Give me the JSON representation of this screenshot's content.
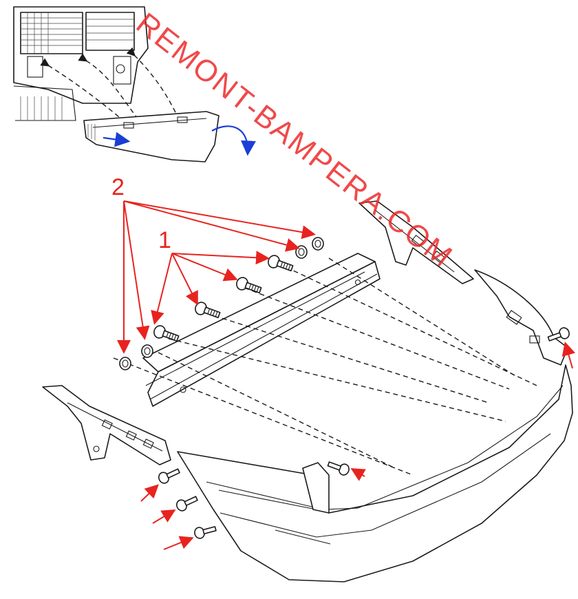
{
  "watermark": "REMONT-BAMPERA.COM",
  "callouts": {
    "bolts_label": "1",
    "nuts_label": "2"
  },
  "colors": {
    "callout": "#e8231f",
    "watermark": "#ee2a2a",
    "clip_arrow": "#1a3fd6",
    "line_art": "#1a1a1a"
  },
  "icons": {
    "side_screw_arrows": "red-arrow-icon",
    "clip_release_arrows": "blue-arrow-icon"
  }
}
